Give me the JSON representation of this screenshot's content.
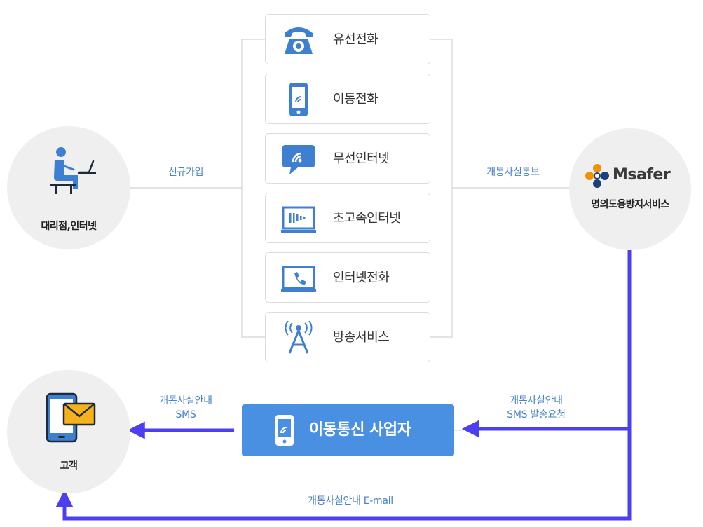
{
  "nodes": {
    "agency": {
      "label": "대리점,인터넷"
    },
    "msafer": {
      "logo_text": "Msafer",
      "label": "명의도용방지서비스"
    },
    "customer": {
      "label": "고객"
    },
    "carrier": {
      "label": "이동통신 사업자"
    }
  },
  "services": [
    {
      "label": "유선전화",
      "icon": "phone-icon"
    },
    {
      "label": "이동전화",
      "icon": "mobile-phone-icon"
    },
    {
      "label": "무선인터넷",
      "icon": "wifi-bubble-icon"
    },
    {
      "label": "초고속인터넷",
      "icon": "broadband-monitor-icon"
    },
    {
      "label": "인터넷전화",
      "icon": "internet-phone-icon"
    },
    {
      "label": "방송서비스",
      "icon": "broadcast-tower-icon"
    }
  ],
  "captions": {
    "signup": "신규가입",
    "notify": "개통사실통보",
    "sms_request_1": "개통사실안내",
    "sms_request_2": "SMS 발송요청",
    "sms_customer_1": "개통사실안내",
    "sms_customer_2": "SMS",
    "email": "개통사실안내 E-mail"
  },
  "colors": {
    "arrow": "#4b3ff0",
    "caption": "#4a82c9",
    "carrier_box": "#4a90e2",
    "icon_blue": "#3f7fd1",
    "circle_bg": "#efefef",
    "mail_yellow": "#f5b21b",
    "msafer_orange": "#f39200",
    "msafer_navy": "#1d3f7a"
  }
}
